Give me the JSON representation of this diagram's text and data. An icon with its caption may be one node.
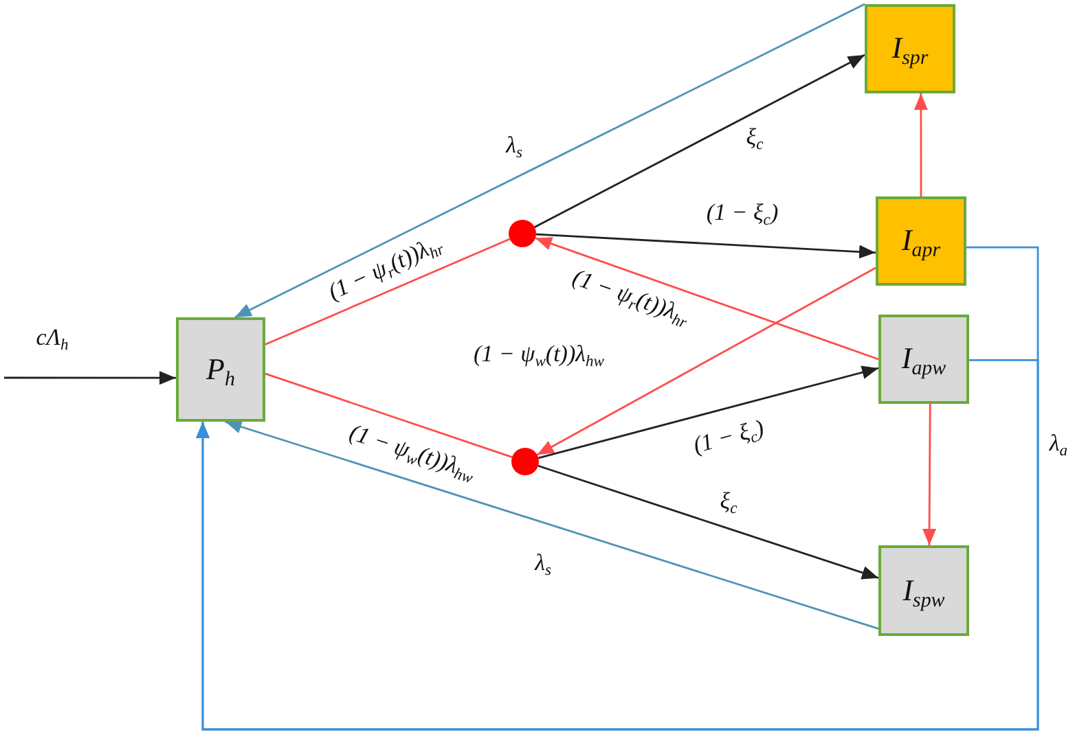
{
  "diagram": {
    "nodes": [
      {
        "text": [
          "P$_{h}$"
        ]
      },
      {
        "text": [
          "I$_{spr}$"
        ]
      },
      {
        "text": [
          "I$_{apr}$"
        ]
      },
      {
        "text": [
          "I$_{apw}$"
        ]
      },
      {
        "text": [
          "I$_{spw}$"
        ]
      },
      {
        "text": [],
        "shape": "circle"
      },
      {
        "text": [],
        "shape": "circle"
      }
    ],
    "edges": [
      {
        "from": null,
        "to": 0,
        "arrow": "to",
        "label": "cΛ$_{h}$",
        "color": "#222222"
      },
      {
        "from": 1,
        "to": 0,
        "arrow": "to",
        "label": "λ$_{s}$",
        "color": "#4e93b5"
      },
      {
        "from": 0,
        "to": 5,
        "arrow": "none",
        "label": "(1 − ψ$_{r}$(t))λ$_{hr}$"
      },
      {
        "from": 5,
        "to": 1,
        "arrow": "to",
        "label": "ξ$_{c}$",
        "color": "#222222"
      },
      {
        "from": 5,
        "to": 2,
        "arrow": "to",
        "label": "(1 − ξ$_{c}$)",
        "color": "#222222"
      },
      {
        "from": 3,
        "to": 5,
        "arrow": "to",
        "label": "(1 − ψ$_{r}$(t))λ$_{hr}$"
      },
      {
        "from": 2,
        "to": 6,
        "arrow": "to",
        "label": "(1 − ψ$_{w}$(t))λ$_{hw}$"
      },
      {
        "from": 0,
        "to": 6,
        "arrow": "none",
        "label": "(1 − ψ$_{w}$(t))λ$_{hw}$"
      },
      {
        "from": 6,
        "to": 3,
        "arrow": "to",
        "label": "(1 − ξ$_{c}$)",
        "color": "#222222"
      },
      {
        "from": 6,
        "to": 4,
        "arrow": "to",
        "label": "ξ$_{c}$",
        "color": "#222222"
      },
      {
        "from": 4,
        "to": 0,
        "arrow": "to",
        "label": "λ$_{s}$",
        "color": "#4e93b5"
      },
      {
        "from": 2,
        "to": 1,
        "arrow": "to"
      },
      {
        "from": 3,
        "to": 4,
        "arrow": "to"
      },
      {
        "from": 2,
        "to": 0,
        "arrow": "to",
        "label": "λ$_{a}$",
        "color": "#3a8fd9"
      },
      {
        "from": 3,
        "to": 0,
        "arrow": "to",
        "color": "#3a8fd9"
      }
    ]
  }
}
